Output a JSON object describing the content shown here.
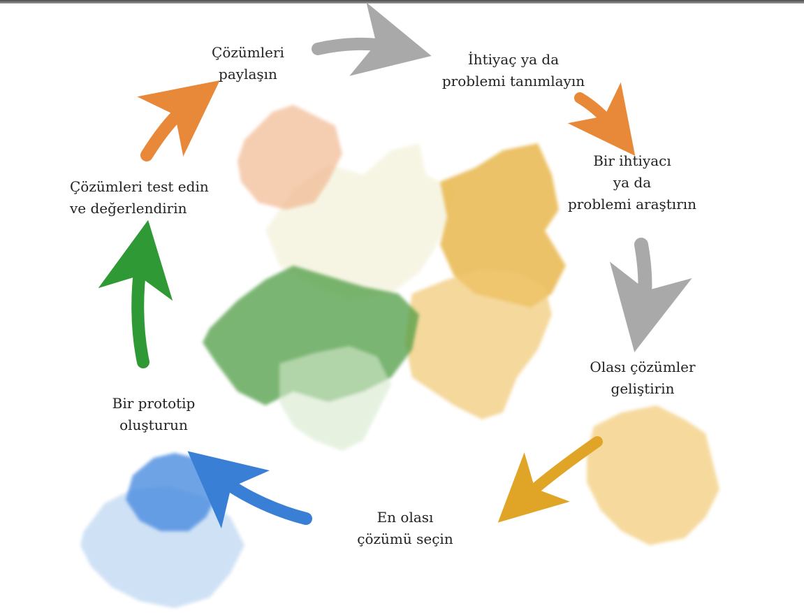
{
  "diagram": {
    "steps": [
      {
        "id": "define",
        "lines": [
          "İhtiyaç ya da",
          "problemi tanımlayın"
        ]
      },
      {
        "id": "research",
        "lines": [
          "Bir ihtiyacı",
          "ya da",
          "problemi araştırın"
        ]
      },
      {
        "id": "develop",
        "lines": [
          "Olası çözümler",
          "geliştirin"
        ]
      },
      {
        "id": "select",
        "lines": [
          "En olası",
          "çözümü seçin"
        ]
      },
      {
        "id": "prototype",
        "lines": [
          "Bir prototip",
          "oluşturun"
        ]
      },
      {
        "id": "test",
        "lines": [
          "Çözümleri test edin",
          "ve değerlendirin"
        ]
      },
      {
        "id": "share",
        "lines": [
          "Çözümleri",
          "paylaşın"
        ]
      }
    ],
    "arrows": [
      {
        "name": "arrow-share-to-define",
        "color": "#a9a9a9"
      },
      {
        "name": "arrow-define-to-research",
        "color": "#e8893a"
      },
      {
        "name": "arrow-research-to-develop",
        "color": "#a9a9a9"
      },
      {
        "name": "arrow-develop-to-select",
        "color": "#e0a526"
      },
      {
        "name": "arrow-select-to-prototype",
        "color": "#3a7fd6"
      },
      {
        "name": "arrow-prototype-to-test",
        "color": "#2f9a35"
      },
      {
        "name": "arrow-test-to-share",
        "color": "#e8893a"
      }
    ],
    "colors": {
      "green": "#4f9d45",
      "yellow": "#e8b84d",
      "peach": "#f1b48a",
      "blue": "#4c8de0",
      "pale_blue": "#c4daf3",
      "cream": "#f4f2dc"
    }
  }
}
